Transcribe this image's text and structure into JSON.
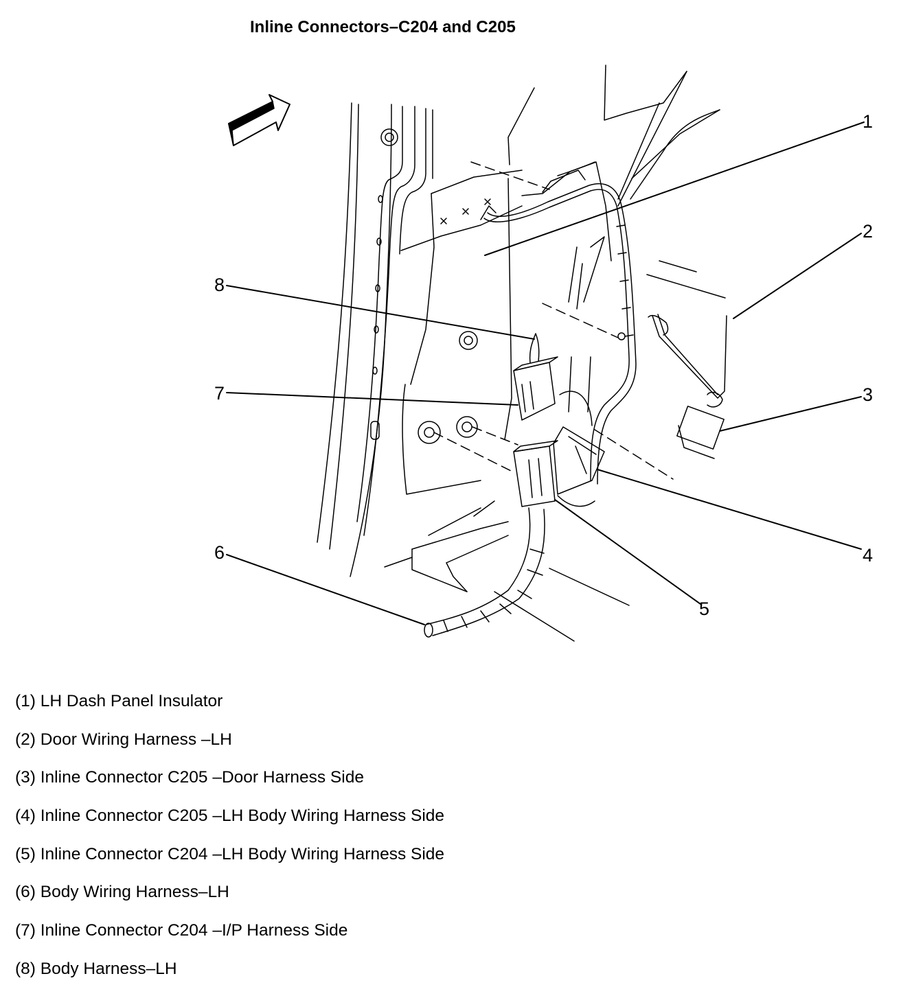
{
  "title": "Inline Connectors–C204 and C205",
  "callouts": [
    "1",
    "2",
    "3",
    "4",
    "5",
    "6",
    "7",
    "8"
  ],
  "legend": [
    "(1) LH Dash Panel Insulator",
    "(2) Door Wiring Harness –LH",
    "(3) Inline Connector C205 –Door Harness Side",
    "(4) Inline Connector C205 –LH Body Wiring Harness Side",
    "(5) Inline Connector C204 –LH Body Wiring Harness Side",
    "(6) Body Wiring Harness–LH",
    "(7) Inline Connector C204 –I/P Harness Side",
    "(8) Body Harness–LH"
  ],
  "icons": {
    "direction_arrow": "forward-arrow-icon"
  }
}
